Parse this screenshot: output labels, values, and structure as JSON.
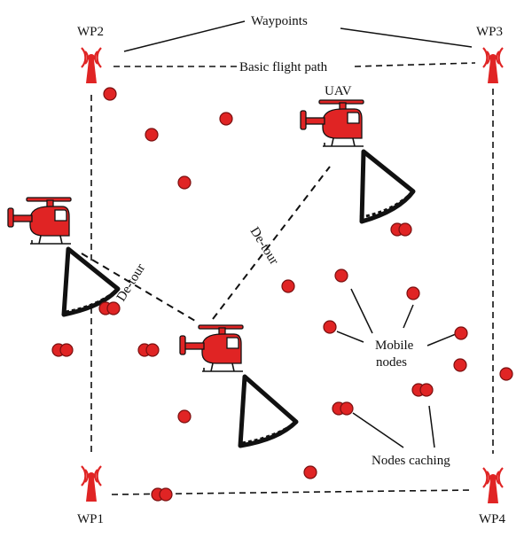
{
  "labels": {
    "wp1": "WP1",
    "wp2": "WP2",
    "wp3": "WP3",
    "wp4": "WP4",
    "waypoints": "Waypoints",
    "basic_flight_path": "Basic flight path",
    "uav": "UAV",
    "detour_1": "De-tour",
    "detour_2": "De-tour",
    "mobile_nodes_line1": "Mobile",
    "mobile_nodes_line2": "nodes",
    "nodes_caching": "Nodes caching"
  },
  "colors": {
    "node_fill": "#e02424",
    "line": "#111111"
  },
  "icons": [
    "antenna-tower-icon",
    "helicopter-uav-icon",
    "camera-cone-icon",
    "node-dot-icon"
  ]
}
